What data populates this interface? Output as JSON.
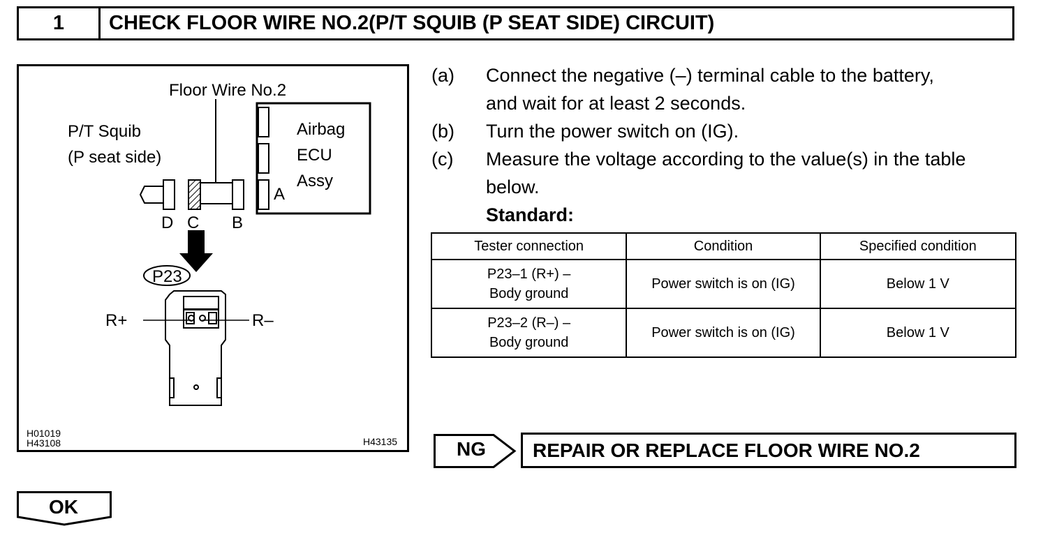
{
  "header": {
    "step_number": "1",
    "title": "CHECK FLOOR WIRE NO.2(P/T SQUIB (P SEAT SIDE) CIRCUIT)"
  },
  "figure": {
    "floor_wire_label": "Floor Wire No.2",
    "squib_label_1": "P/T Squib",
    "squib_label_2": "(P seat side)",
    "ecu_label_1": "Airbag",
    "ecu_label_2": "ECU",
    "ecu_label_3": "Assy",
    "connector_a": "A",
    "connector_b": "B",
    "connector_c": "C",
    "connector_d": "D",
    "connector_id": "P23",
    "terminal_plus": "R+",
    "terminal_minus": "R–",
    "code_1": "H01019",
    "code_2": "H43108",
    "code_3": "H43135"
  },
  "instructions": [
    {
      "label": "(a)",
      "text_1": "Connect the negative (–) terminal cable to the battery,",
      "text_2": "and wait for at least 2 seconds."
    },
    {
      "label": "(b)",
      "text": "Turn the power switch on (IG)."
    },
    {
      "label": "(c)",
      "text_1": "Measure the voltage according to the value(s) in the table",
      "text_2": "below."
    }
  ],
  "standard_label": "Standard:",
  "table": {
    "headers": [
      "Tester connection",
      "Condition",
      "Specified condition"
    ],
    "rows": [
      {
        "connection_1": "P23–1 (R+) –",
        "connection_2": "Body ground",
        "condition": "Power switch is on (IG)",
        "specified": "Below 1 V"
      },
      {
        "connection_1": "P23–2 (R–) –",
        "connection_2": "Body ground",
        "condition": "Power switch is on (IG)",
        "specified": "Below 1 V"
      }
    ]
  },
  "ng": {
    "label": "NG",
    "action": "REPAIR OR REPLACE FLOOR WIRE NO.2"
  },
  "ok": {
    "label": "OK"
  }
}
